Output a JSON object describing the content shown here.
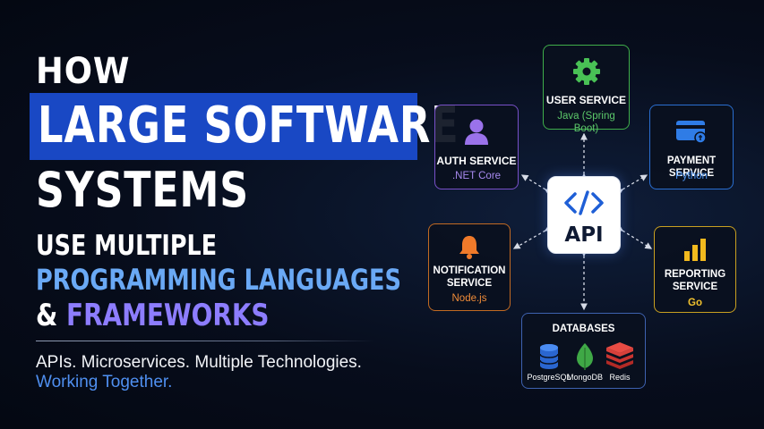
{
  "headline": {
    "line1": "HOW",
    "line2": "LARGE SOFTWARE",
    "line3": "SYSTEMS",
    "line4": "USE MULTIPLE",
    "line5": "PROGRAMMING LANGUAGES",
    "line6_amp": "&",
    "line6_word": "FRAMEWORKS"
  },
  "tagline": {
    "line1": "APIs. Microservices. Multiple Technologies.",
    "line2": "Working Together."
  },
  "diagram": {
    "api": {
      "label": "API",
      "icon": "code-icon"
    },
    "user_service": {
      "title": "USER SERVICE",
      "tech": "Java (Spring Boot)",
      "icon": "gear-icon",
      "color": "#3fae4a"
    },
    "auth_service": {
      "title": "AUTH SERVICE",
      "tech": ".NET Core",
      "icon": "user-icon",
      "color": "#7850c8"
    },
    "payment_service": {
      "title": "PAYMENT SERVICE",
      "tech": "Python",
      "icon": "credit-card-icon",
      "color": "#2a6ed0"
    },
    "notification_service": {
      "title_line1": "NOTIFICATION",
      "title_line2": "SERVICE",
      "tech": "Node.js",
      "icon": "bell-icon",
      "color": "#c26a22"
    },
    "reporting_service": {
      "title_line1": "REPORTING",
      "title_line2": "SERVICE",
      "tech": "Go",
      "icon": "bar-chart-icon",
      "color": "#c9a020"
    },
    "databases": {
      "title": "DATABASES",
      "items": [
        {
          "label": "PostgreSQL",
          "icon": "postgresql-icon"
        },
        {
          "label": "MongoDB",
          "icon": "mongodb-icon"
        },
        {
          "label": "Redis",
          "icon": "redis-icon"
        }
      ]
    }
  },
  "colors": {
    "highlight_box": "#1948c4",
    "languages_text": "#6aa9f5",
    "frameworks_text": "#8d7dff",
    "tagline_accent": "#4f8ff0"
  }
}
